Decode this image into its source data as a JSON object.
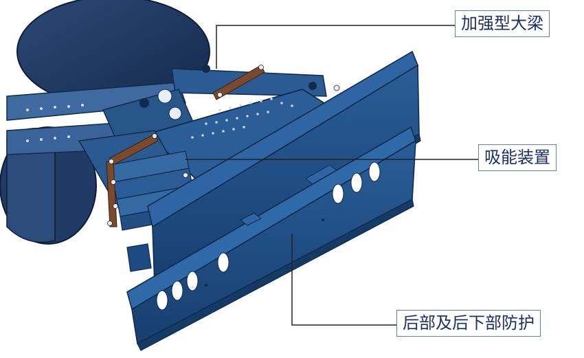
{
  "callouts": {
    "reinforced_beam": "加强型大梁",
    "energy_absorber": "吸能装置",
    "rear_underrun_guard": "后部及后下部防护"
  },
  "colors": {
    "steel_blue": "#1f4f86",
    "steel_dark": "#143a66",
    "steel_light": "#3a6fa8",
    "wheel_dark": "#1b3559",
    "bracket_brown": "#7a4a2c",
    "leader_line": "#222222",
    "callout_border": "#5a7fa8"
  },
  "icons": [
    "truck-wheel-icon",
    "chassis-frame-icon",
    "energy-absorber-icon",
    "rear-guard-beam-icon"
  ]
}
